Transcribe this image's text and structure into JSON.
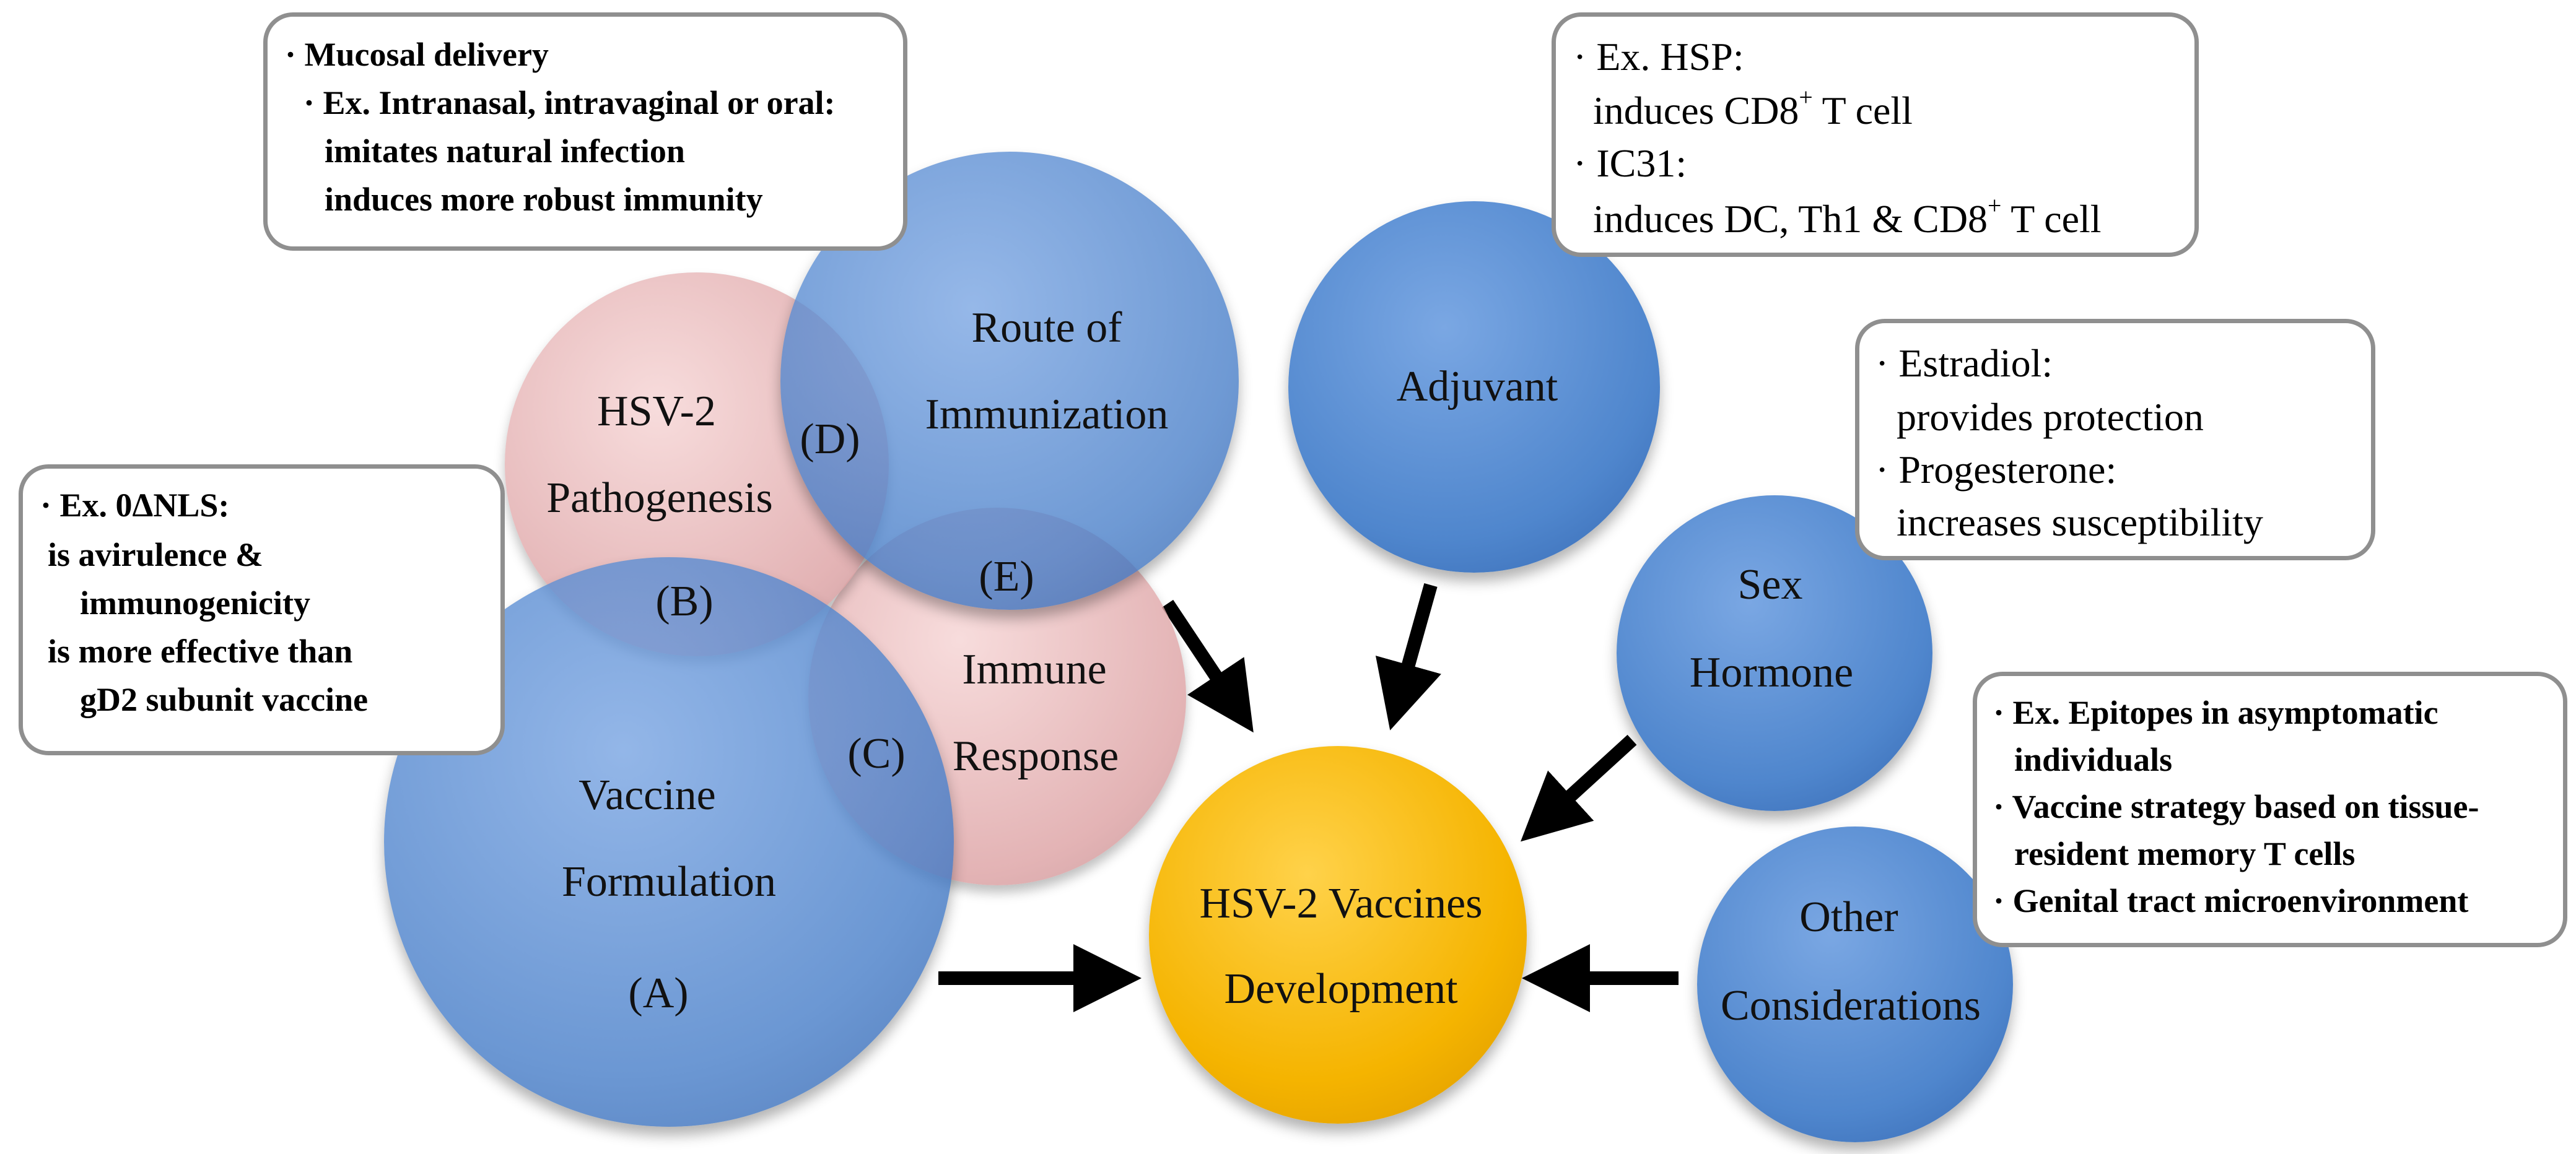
{
  "colors": {
    "blue_circle": "#4f86cd",
    "pink_circle": "#e4aeb0",
    "gold_circle": "#f5b400",
    "arrow": "#000000",
    "box_border": "#8f8f8f"
  },
  "circles": {
    "vaccine_formulation": {
      "line1": "Vaccine",
      "line2": "Formulation",
      "tag": "(A)"
    },
    "hsv2_pathogenesis": {
      "line1": "HSV-2",
      "line2": "Pathogenesis"
    },
    "route_of_immunization": {
      "line1": "Route of",
      "line2": "Immunization"
    },
    "immune_response": {
      "line1": "Immune",
      "line2": "Response"
    },
    "adjuvant": {
      "label": "Adjuvant"
    },
    "sex_hormone": {
      "line1": "Sex",
      "line2": "Hormone"
    },
    "other_considerations": {
      "line1": "Other",
      "line2": "Considerations"
    },
    "hsv2_vaccines_development": {
      "line1": "HSV-2 Vaccines",
      "line2": "Development"
    }
  },
  "overlaps": {
    "b": "(B)",
    "c": "(C)",
    "d": "(D)",
    "e": "(E)"
  },
  "boxes": {
    "mucosal": [
      "· Mucosal delivery",
      "· Ex. Intranasal, intravaginal or oral:",
      "imitates natural infection",
      "induces more robust immunity"
    ],
    "delta_nls": [
      "· Ex. 0ΔNLS:",
      "is avirulence &",
      "immunogenicity",
      "is more effective than",
      "gD2 subunit vaccine"
    ],
    "adjuvant_examples": {
      "line1": "· Ex. HSP:",
      "line2_prefix": "induces CD8",
      "line2_sup": "+",
      "line2_suffix": " T cell",
      "line3": "· IC31:",
      "line4_prefix": "induces DC, Th1 & CD8",
      "line4_sup": "+",
      "line4_suffix": " T cell"
    },
    "hormone": [
      "· Estradiol:",
      "provides protection",
      "· Progesterone:",
      "increases susceptibility"
    ],
    "other": [
      "· Ex. Epitopes in asymptomatic",
      "individuals",
      "· Vaccine strategy based on tissue-",
      "resident memory T cells",
      "· Genital tract microenvironment"
    ]
  }
}
